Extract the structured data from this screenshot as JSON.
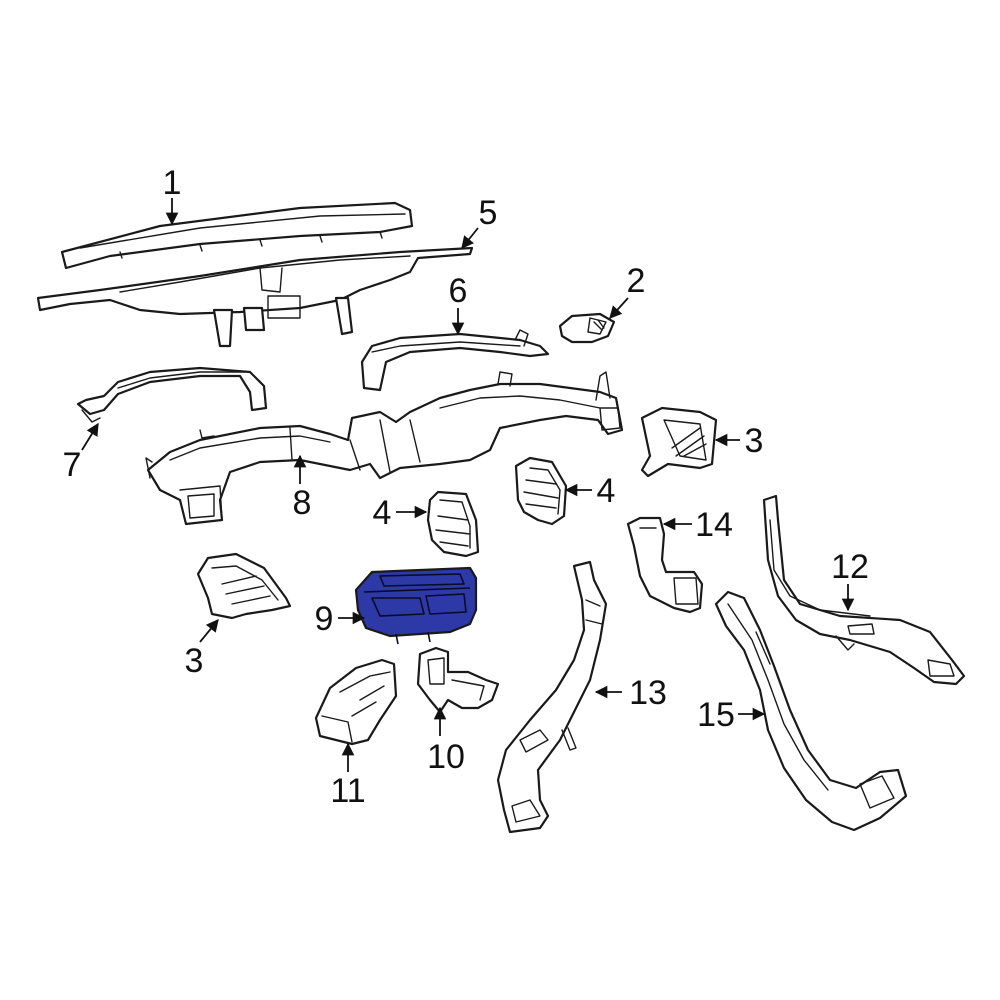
{
  "highlight_color": "#2d39a6",
  "callouts": [
    {
      "id": "c1",
      "label": "1"
    },
    {
      "id": "c2",
      "label": "2"
    },
    {
      "id": "c3a",
      "label": "3"
    },
    {
      "id": "c3b",
      "label": "3"
    },
    {
      "id": "c4a",
      "label": "4"
    },
    {
      "id": "c4b",
      "label": "4"
    },
    {
      "id": "c5",
      "label": "5"
    },
    {
      "id": "c6",
      "label": "6"
    },
    {
      "id": "c7",
      "label": "7"
    },
    {
      "id": "c8",
      "label": "8"
    },
    {
      "id": "c9",
      "label": "9"
    },
    {
      "id": "c10",
      "label": "10"
    },
    {
      "id": "c11",
      "label": "11"
    },
    {
      "id": "c12",
      "label": "12"
    },
    {
      "id": "c13",
      "label": "13"
    },
    {
      "id": "c14",
      "label": "14"
    },
    {
      "id": "c15",
      "label": "15"
    }
  ],
  "highlighted_part": "9"
}
